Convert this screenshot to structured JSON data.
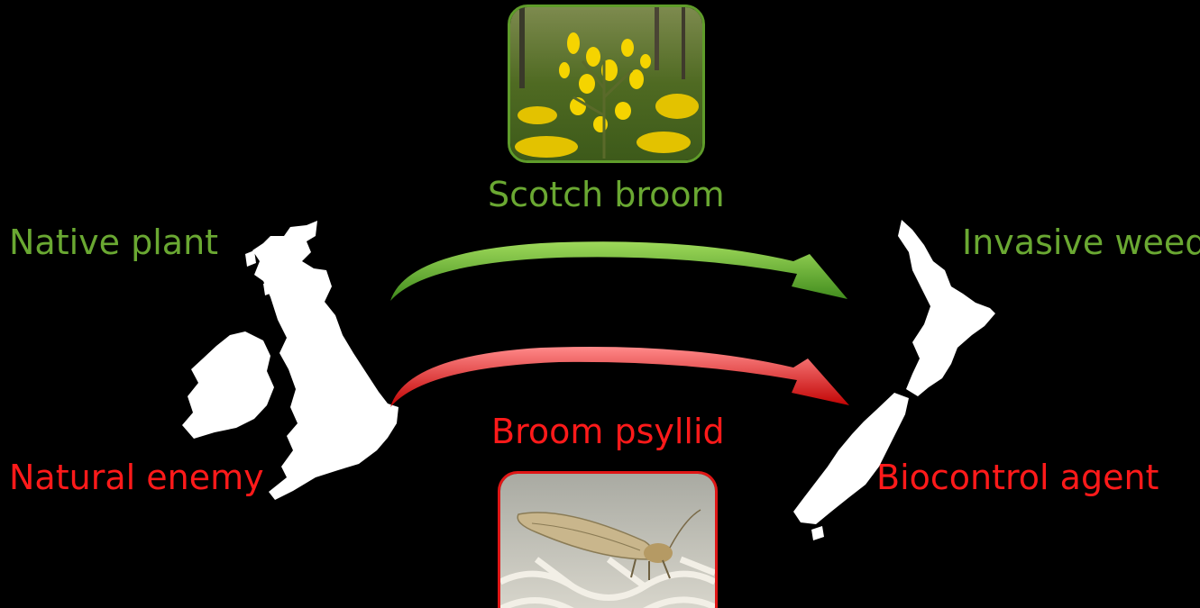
{
  "labels": {
    "native_plant": "Native plant",
    "natural_enemy": "Natural enemy",
    "scotch_broom": "Scotch broom",
    "broom_psyllid": "Broom psyllid",
    "invasive_weed": "Invasive weed",
    "biocontrol_agent": "Biocontrol agent"
  },
  "colors": {
    "plant_green": "#6aa832",
    "enemy_red": "#ff1a1a",
    "background": "#000000",
    "landmass": "#ffffff"
  },
  "regions": {
    "source": "british-isles-silhouette",
    "destination": "new-zealand-silhouette"
  },
  "photos": {
    "plant": "scotch-broom-flowers-photo",
    "insect": "broom-psyllid-photo"
  }
}
